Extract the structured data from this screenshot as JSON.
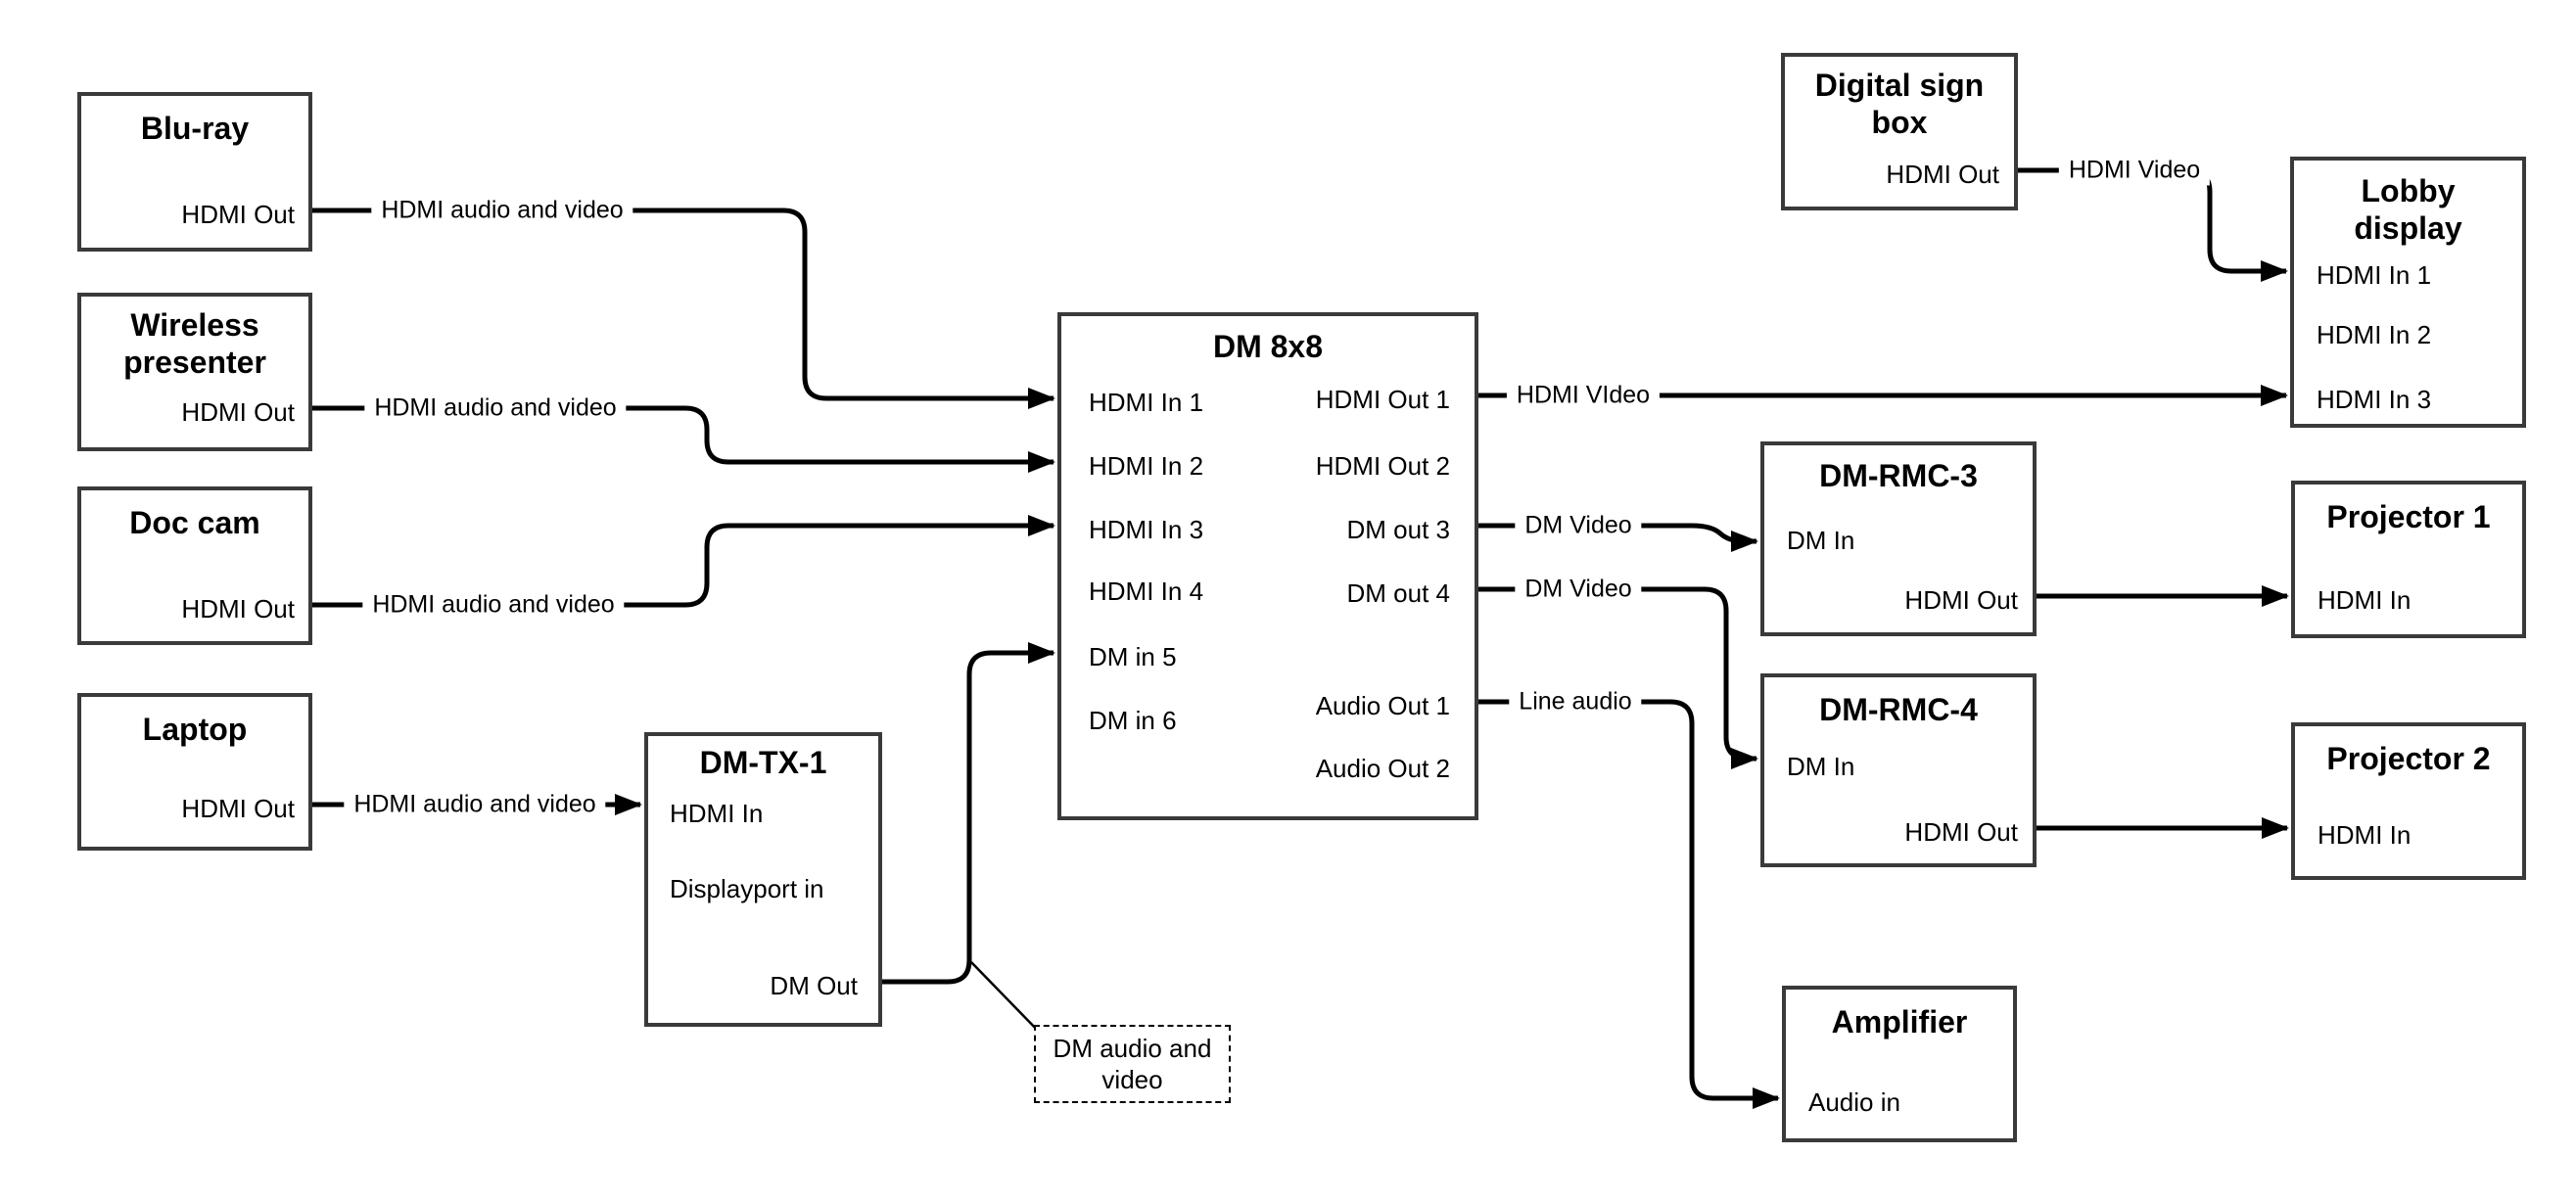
{
  "nodes": {
    "bluray": {
      "title": "Blu-ray",
      "ports": {
        "hdmi_out": "HDMI Out"
      }
    },
    "wireless_presenter": {
      "title": "Wireless presenter",
      "ports": {
        "hdmi_out": "HDMI Out"
      }
    },
    "doc_cam": {
      "title": "Doc cam",
      "ports": {
        "hdmi_out": "HDMI Out"
      }
    },
    "laptop": {
      "title": "Laptop",
      "ports": {
        "hdmi_out": "HDMI Out"
      }
    },
    "dm_tx_1": {
      "title": "DM-TX-1",
      "ports": {
        "hdmi_in": "HDMI In",
        "displayport_in": "Displayport in",
        "dm_out": "DM Out"
      }
    },
    "dm_8x8": {
      "title": "DM 8x8",
      "ports": {
        "hdmi_in_1": "HDMI In 1",
        "hdmi_in_2": "HDMI In 2",
        "hdmi_in_3": "HDMI In 3",
        "hdmi_in_4": "HDMI In 4",
        "dm_in_5": "DM in 5",
        "dm_in_6": "DM in 6",
        "hdmi_out_1": "HDMI Out 1",
        "hdmi_out_2": "HDMI Out 2",
        "dm_out_3": "DM out 3",
        "dm_out_4": "DM out 4",
        "audio_out_1": "Audio Out 1",
        "audio_out_2": "Audio Out 2"
      }
    },
    "digital_sign_box": {
      "title": "Digital sign box",
      "ports": {
        "hdmi_out": "HDMI Out"
      }
    },
    "lobby_display": {
      "title": "Lobby display",
      "ports": {
        "hdmi_in_1": "HDMI In 1",
        "hdmi_in_2": "HDMI In 2",
        "hdmi_in_3": "HDMI In 3"
      }
    },
    "dm_rmc_3": {
      "title": "DM-RMC-3",
      "ports": {
        "dm_in": "DM In",
        "hdmi_out": "HDMI Out"
      }
    },
    "dm_rmc_4": {
      "title": "DM-RMC-4",
      "ports": {
        "dm_in": "DM In",
        "hdmi_out": "HDMI Out"
      }
    },
    "projector_1": {
      "title": "Projector 1",
      "ports": {
        "hdmi_in": "HDMI In"
      }
    },
    "projector_2": {
      "title": "Projector 2",
      "ports": {
        "hdmi_in": "HDMI In"
      }
    },
    "amplifier": {
      "title": "Amplifier",
      "ports": {
        "audio_in": "Audio in"
      }
    }
  },
  "edge_labels": {
    "bluray_to_dm8x8": "HDMI audio and video",
    "wireless_to_dm8x8": "HDMI audio and video",
    "doccam_to_dm8x8": "HDMI audio and video",
    "laptop_to_dmtx1": "HDMI audio and video",
    "dm8x8_out1_to_lobby": "HDMI VIdeo",
    "signbox_to_lobby": "HDMI Video",
    "dm8x8_out3_to_rmc3": "DM Video",
    "dm8x8_out4_to_rmc4": "DM Video",
    "dm8x8_audio1_to_amp": "Line audio"
  },
  "callout": {
    "text": "DM audio and video"
  },
  "colors": {
    "line": "#000000",
    "box_border": "#3a3a3a",
    "background": "#ffffff",
    "text": "#000000"
  }
}
